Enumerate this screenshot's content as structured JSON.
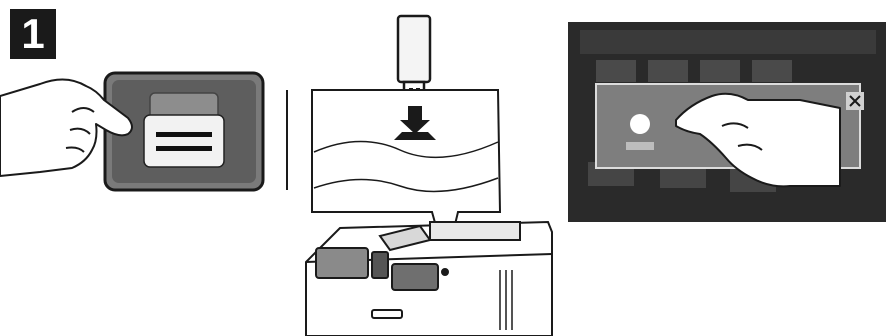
{
  "step": {
    "number": "1"
  },
  "panels": {
    "left": {
      "icon": "print-from-icon",
      "gesture": "hand-tap-icon"
    },
    "middle": {
      "device": "usb-flash-drive-icon",
      "arrow": "insert-arrow-icon",
      "target": "printer-usb-port"
    },
    "right": {
      "screen": "control-panel-touchscreen",
      "gesture": "hand-swipe-icon",
      "alert": "usb-detected-dialog"
    }
  },
  "colors": {
    "ink": "#1a1a1a",
    "button_gray": "#6b6b6b",
    "screen_dark": "#2a2a2a",
    "paper": "#ffffff"
  }
}
